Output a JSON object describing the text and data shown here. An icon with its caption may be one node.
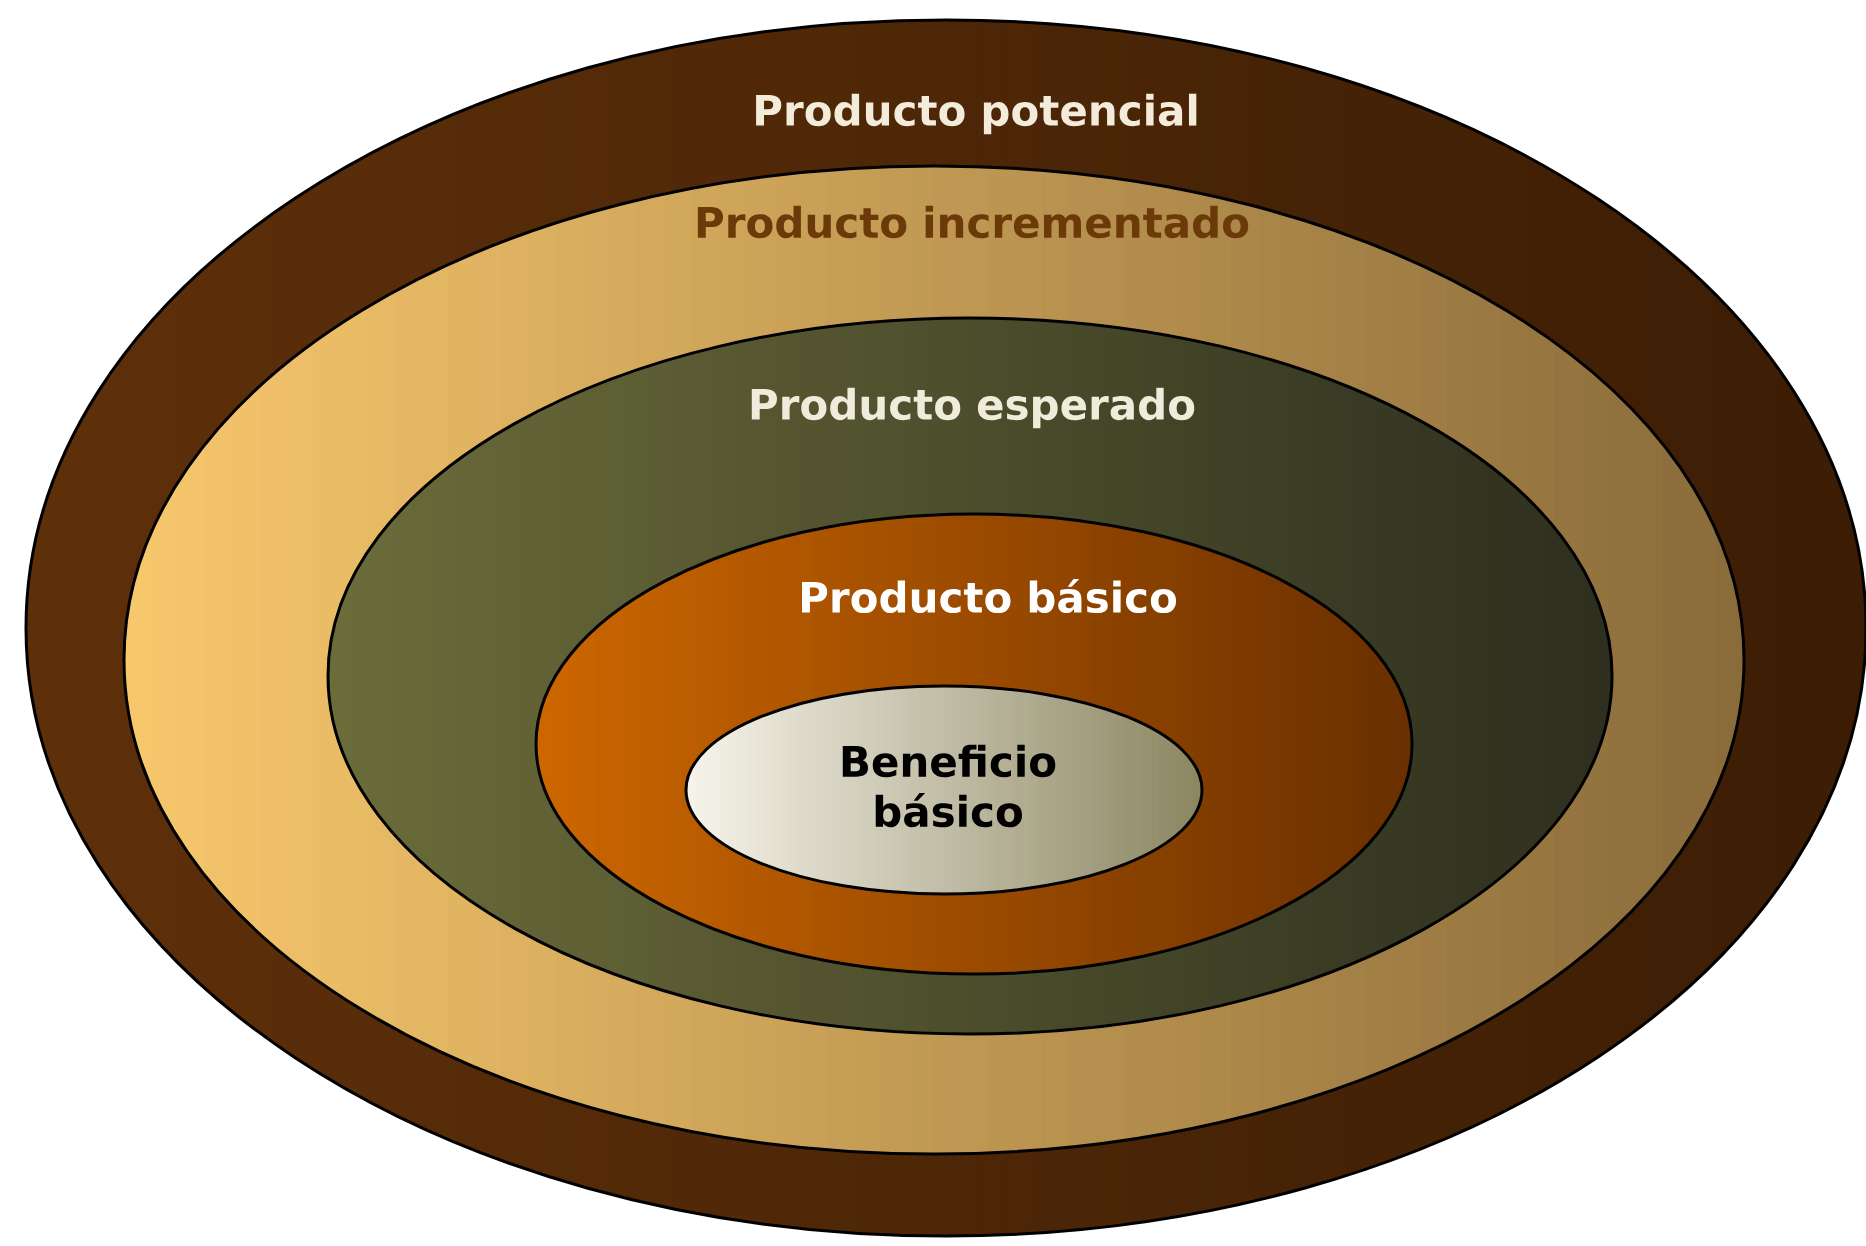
{
  "diagram": {
    "nodes": [
      {
        "text": [
          "Producto potencial"
        ]
      },
      {
        "text": [
          "Producto incrementado"
        ],
        "in": 0
      },
      {
        "text": [
          "Producto esperado"
        ],
        "in": 1
      },
      {
        "text": [
          "Producto básico"
        ],
        "in": 2
      },
      {
        "text": [
          "Beneficio básico"
        ],
        "in": 3
      }
    ]
  }
}
